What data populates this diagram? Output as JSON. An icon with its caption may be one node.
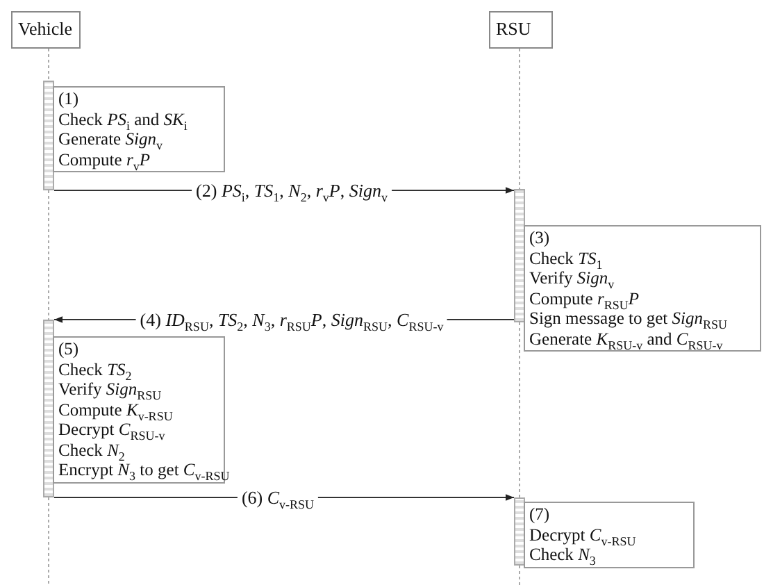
{
  "diagram": {
    "nodes": [
      {
        "text": [
          "Vehicle"
        ]
      },
      {
        "text": [
          "RSU"
        ]
      },
      {
        "text": [
          "(1)",
          "Check *PS*$_{i}$ and *SK*$_{i}$",
          "Generate *Sign*$_{v}$",
          "Compute *r*$_{v}$*P*"
        ]
      },
      {
        "text": [
          "(3)",
          "Check *TS*$_{1}$",
          "Verify *Sign*$_{v}$",
          "Compute *r*$_{RSU}$*P*",
          "Sign message to get *Sign*$_{RSU}$",
          "Generate *K*$_{RSU-v}$ and *C*$_{RSU-v}$"
        ]
      },
      {
        "text": [
          "(5)",
          "Check *TS*$_{2}$",
          "Verify *Sign*$_{RSU}$",
          "Compute *K*$_{v-RSU}$",
          "Decrypt *C*$_{RSU-v}$",
          "Check *N*$_{2}$",
          "Encrypt *N*$_{3}$ to get *C*$_{v-RSU}$"
        ]
      },
      {
        "text": [
          "(7)",
          "Decrypt *C*$_{v-RSU}$",
          "Check *N*$_{3}$"
        ]
      }
    ],
    "edges": [
      {
        "from": 2,
        "to": 3,
        "arrow": "to",
        "color": "#333333",
        "label": "(2)  *PS*$_{i}$, *TS*$_{1}$, *N*$_{2}$, *r*$_{v}$*P*, *Sign*$_{v}$"
      },
      {
        "from": 3,
        "to": 4,
        "arrow": "to",
        "color": "#333333",
        "label": "(4) *ID*$_{RSU}$, *TS*$_{2}$, *N*$_{3}$,  *r*$_{RSU}$*P*, *Sign*$_{RSU}$, *C*$_{RSU-v}$"
      },
      {
        "from": 4,
        "to": 5,
        "arrow": "to",
        "color": "#333333",
        "label": "(6) *C*$_{v-RSU}$"
      },
      {
        "from": 0,
        "to": 2,
        "arrow": "none",
        "style": "dashed"
      },
      {
        "from": 2,
        "to": 4,
        "arrow": "none",
        "style": "dashed"
      },
      {
        "from": 4,
        "to": null,
        "arrow": "none",
        "style": "dashed"
      },
      {
        "from": 1,
        "to": 3,
        "arrow": "none",
        "style": "dashed"
      },
      {
        "from": 3,
        "to": 5,
        "arrow": "none",
        "style": "dashed"
      },
      {
        "from": 5,
        "to": null,
        "arrow": "none",
        "style": "dashed"
      }
    ]
  }
}
